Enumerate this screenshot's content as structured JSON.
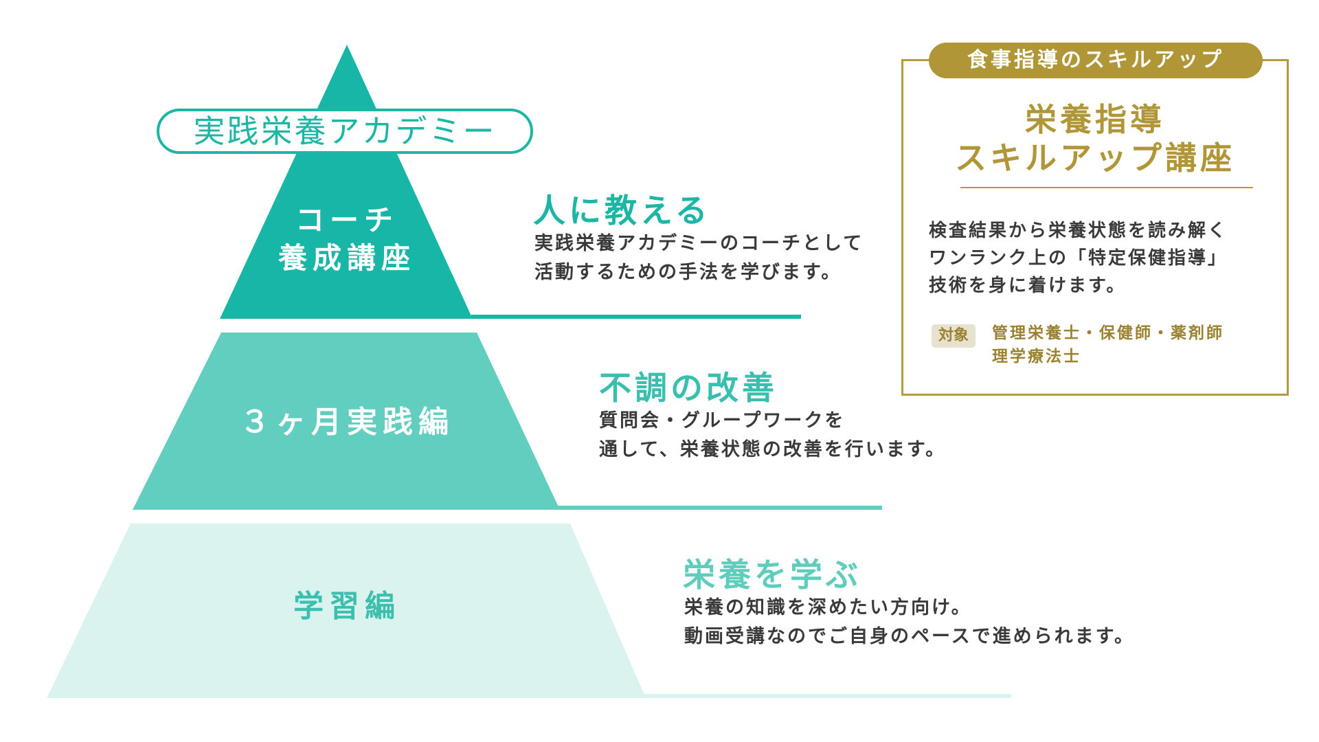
{
  "academy": {
    "badge": "実践栄養アカデミー"
  },
  "tiers": [
    {
      "label_lines": [
        "コーチ",
        "養成講座"
      ],
      "heading": "人に教える",
      "desc_lines": [
        "実践栄養アカデミーのコーチとして",
        "活動するための手法を学びます。"
      ]
    },
    {
      "label_lines": [
        "３ヶ月実践編"
      ],
      "heading": "不調の改善",
      "desc_lines": [
        "質問会・グループワークを",
        "通して、栄養状態の改善を行います。"
      ]
    },
    {
      "label_lines": [
        "学習編"
      ],
      "heading": "栄養を学ぶ",
      "desc_lines": [
        "栄養の知識を深めたい方向け。",
        "動画受講なのでご自身のペースで進められます。"
      ]
    }
  ],
  "skill": {
    "tag": "食事指導のスキルアップ",
    "title_lines": [
      "栄養指導",
      "スキルアップ講座"
    ],
    "desc_lines": [
      "検査結果から栄養状態を読み解く",
      "ワンランク上の「特定保健指導」",
      "技術を身に着けます。"
    ],
    "target_label": "対象",
    "target_lines": [
      "管理栄養士・保健師・薬剤師",
      "理学療法士"
    ]
  },
  "colors": {
    "top_tier": "#17b6a7",
    "middle_tier": "#62cec0",
    "bottom_tier": "#dbf3ef",
    "top_heading": "#1cb6a4",
    "middle_heading": "#39bfae",
    "bottom_heading": "#5fcdbc",
    "bottom_label": "#3cbfad",
    "gold": "#b09636"
  }
}
